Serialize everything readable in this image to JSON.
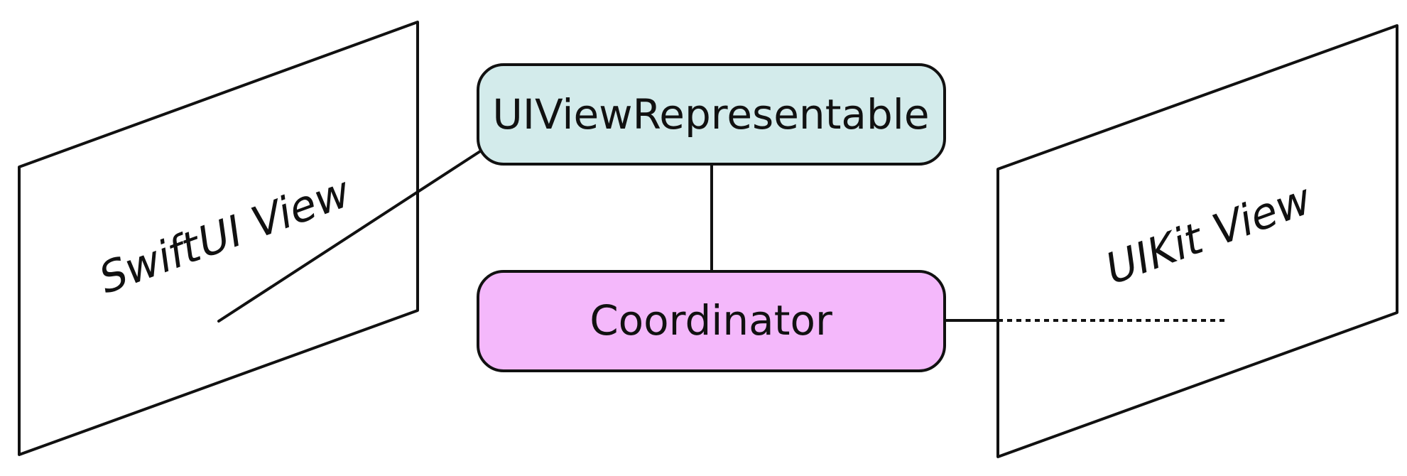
{
  "diagram": {
    "nodes": [
      {
        "id": "representable",
        "label": "UIViewRepresentable",
        "fill": "#d3ebeb"
      },
      {
        "id": "coordinator",
        "label": "Coordinator",
        "fill": "#f4b8fb"
      }
    ],
    "planes": [
      {
        "id": "swiftui",
        "label": "SwiftUI View"
      },
      {
        "id": "uikit",
        "label": "UIKit View"
      }
    ],
    "edges": [
      {
        "from": "representable",
        "to": "swiftui",
        "style": "solid"
      },
      {
        "from": "representable",
        "to": "coordinator",
        "style": "solid"
      },
      {
        "from": "coordinator",
        "to": "uikit",
        "style": "solid-then-dotted"
      }
    ],
    "colors": {
      "stroke": "#111111",
      "background": "#ffffff"
    }
  }
}
